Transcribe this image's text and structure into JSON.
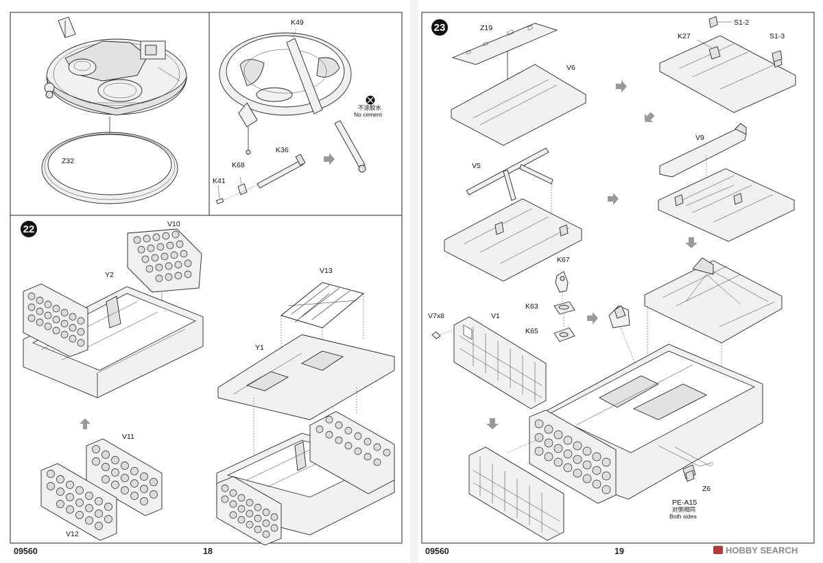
{
  "pages": {
    "left": {
      "code": "09560",
      "number": "18",
      "step": "22",
      "parts": {
        "z32": "Z32",
        "k49": "K49",
        "k36": "K36",
        "k68": "K68",
        "k41": "K41",
        "v10": "V10",
        "y2": "Y2",
        "v13": "V13",
        "y1": "Y1",
        "v11": "V11",
        "v12": "V12"
      },
      "note_cn": "不涂胶水",
      "note_en": "No cement"
    },
    "right": {
      "code": "09560",
      "number": "19",
      "step": "23",
      "parts": {
        "z19": "Z19",
        "v6": "V6",
        "s12": "S1-2",
        "k27": "K27",
        "s13": "S1-3",
        "v5": "V5",
        "v9": "V9",
        "k67": "K67",
        "k63": "K63",
        "k65": "K65",
        "v7": "V7x8",
        "v1": "V1",
        "z6": "Z6",
        "pea15": "PE-A15"
      },
      "note_cn": "对侧相同",
      "note_en": "Both sides"
    }
  },
  "watermark": "HOBBY SEARCH",
  "colors": {
    "line": "#222222",
    "arrow_icon": "#9a9a9a",
    "step_badge": "#111111",
    "watermark": "#8a8a8a"
  }
}
